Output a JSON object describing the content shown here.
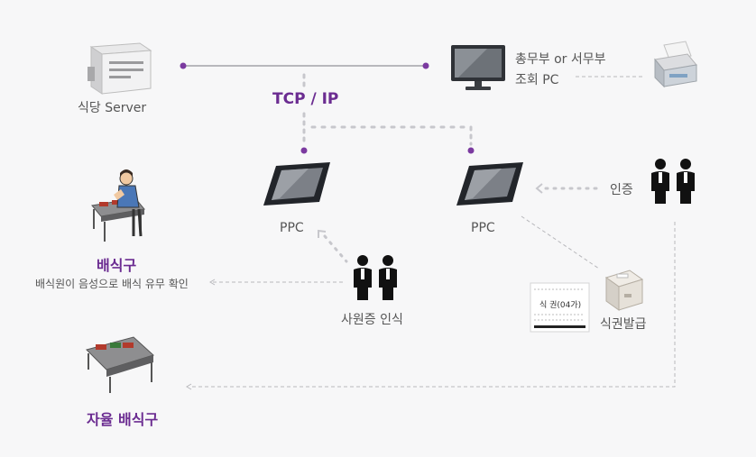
{
  "labels": {
    "server": "식당 Server",
    "admin_pc_line1": "총무부 or 서무부",
    "admin_pc_line2": "조회 PC",
    "protocol": "TCP / IP",
    "ppc_left": "PPC",
    "ppc_right": "PPC",
    "auth": "인증",
    "serving_station": "배식구",
    "serving_desc": "배식원이 음성으로 배식 유무 확인",
    "employee_id": "사원증 인식",
    "ticket_issue": "식권발급",
    "self_serving": "자율 배식구"
  },
  "ticket": {
    "title": "식 권(04가)"
  },
  "colors": {
    "accent": "#6b2c91",
    "dot": "#7b3aa0",
    "line": "#b8b8bc",
    "dotted": "#c7c7cc"
  },
  "icons": [
    "server-computer-icon",
    "desktop-monitor-icon",
    "printer-icon",
    "touch-panel-pc-icon",
    "people-icon",
    "serving-worker-icon",
    "receipt-printer-icon",
    "ticket-icon",
    "serving-table-icon"
  ]
}
